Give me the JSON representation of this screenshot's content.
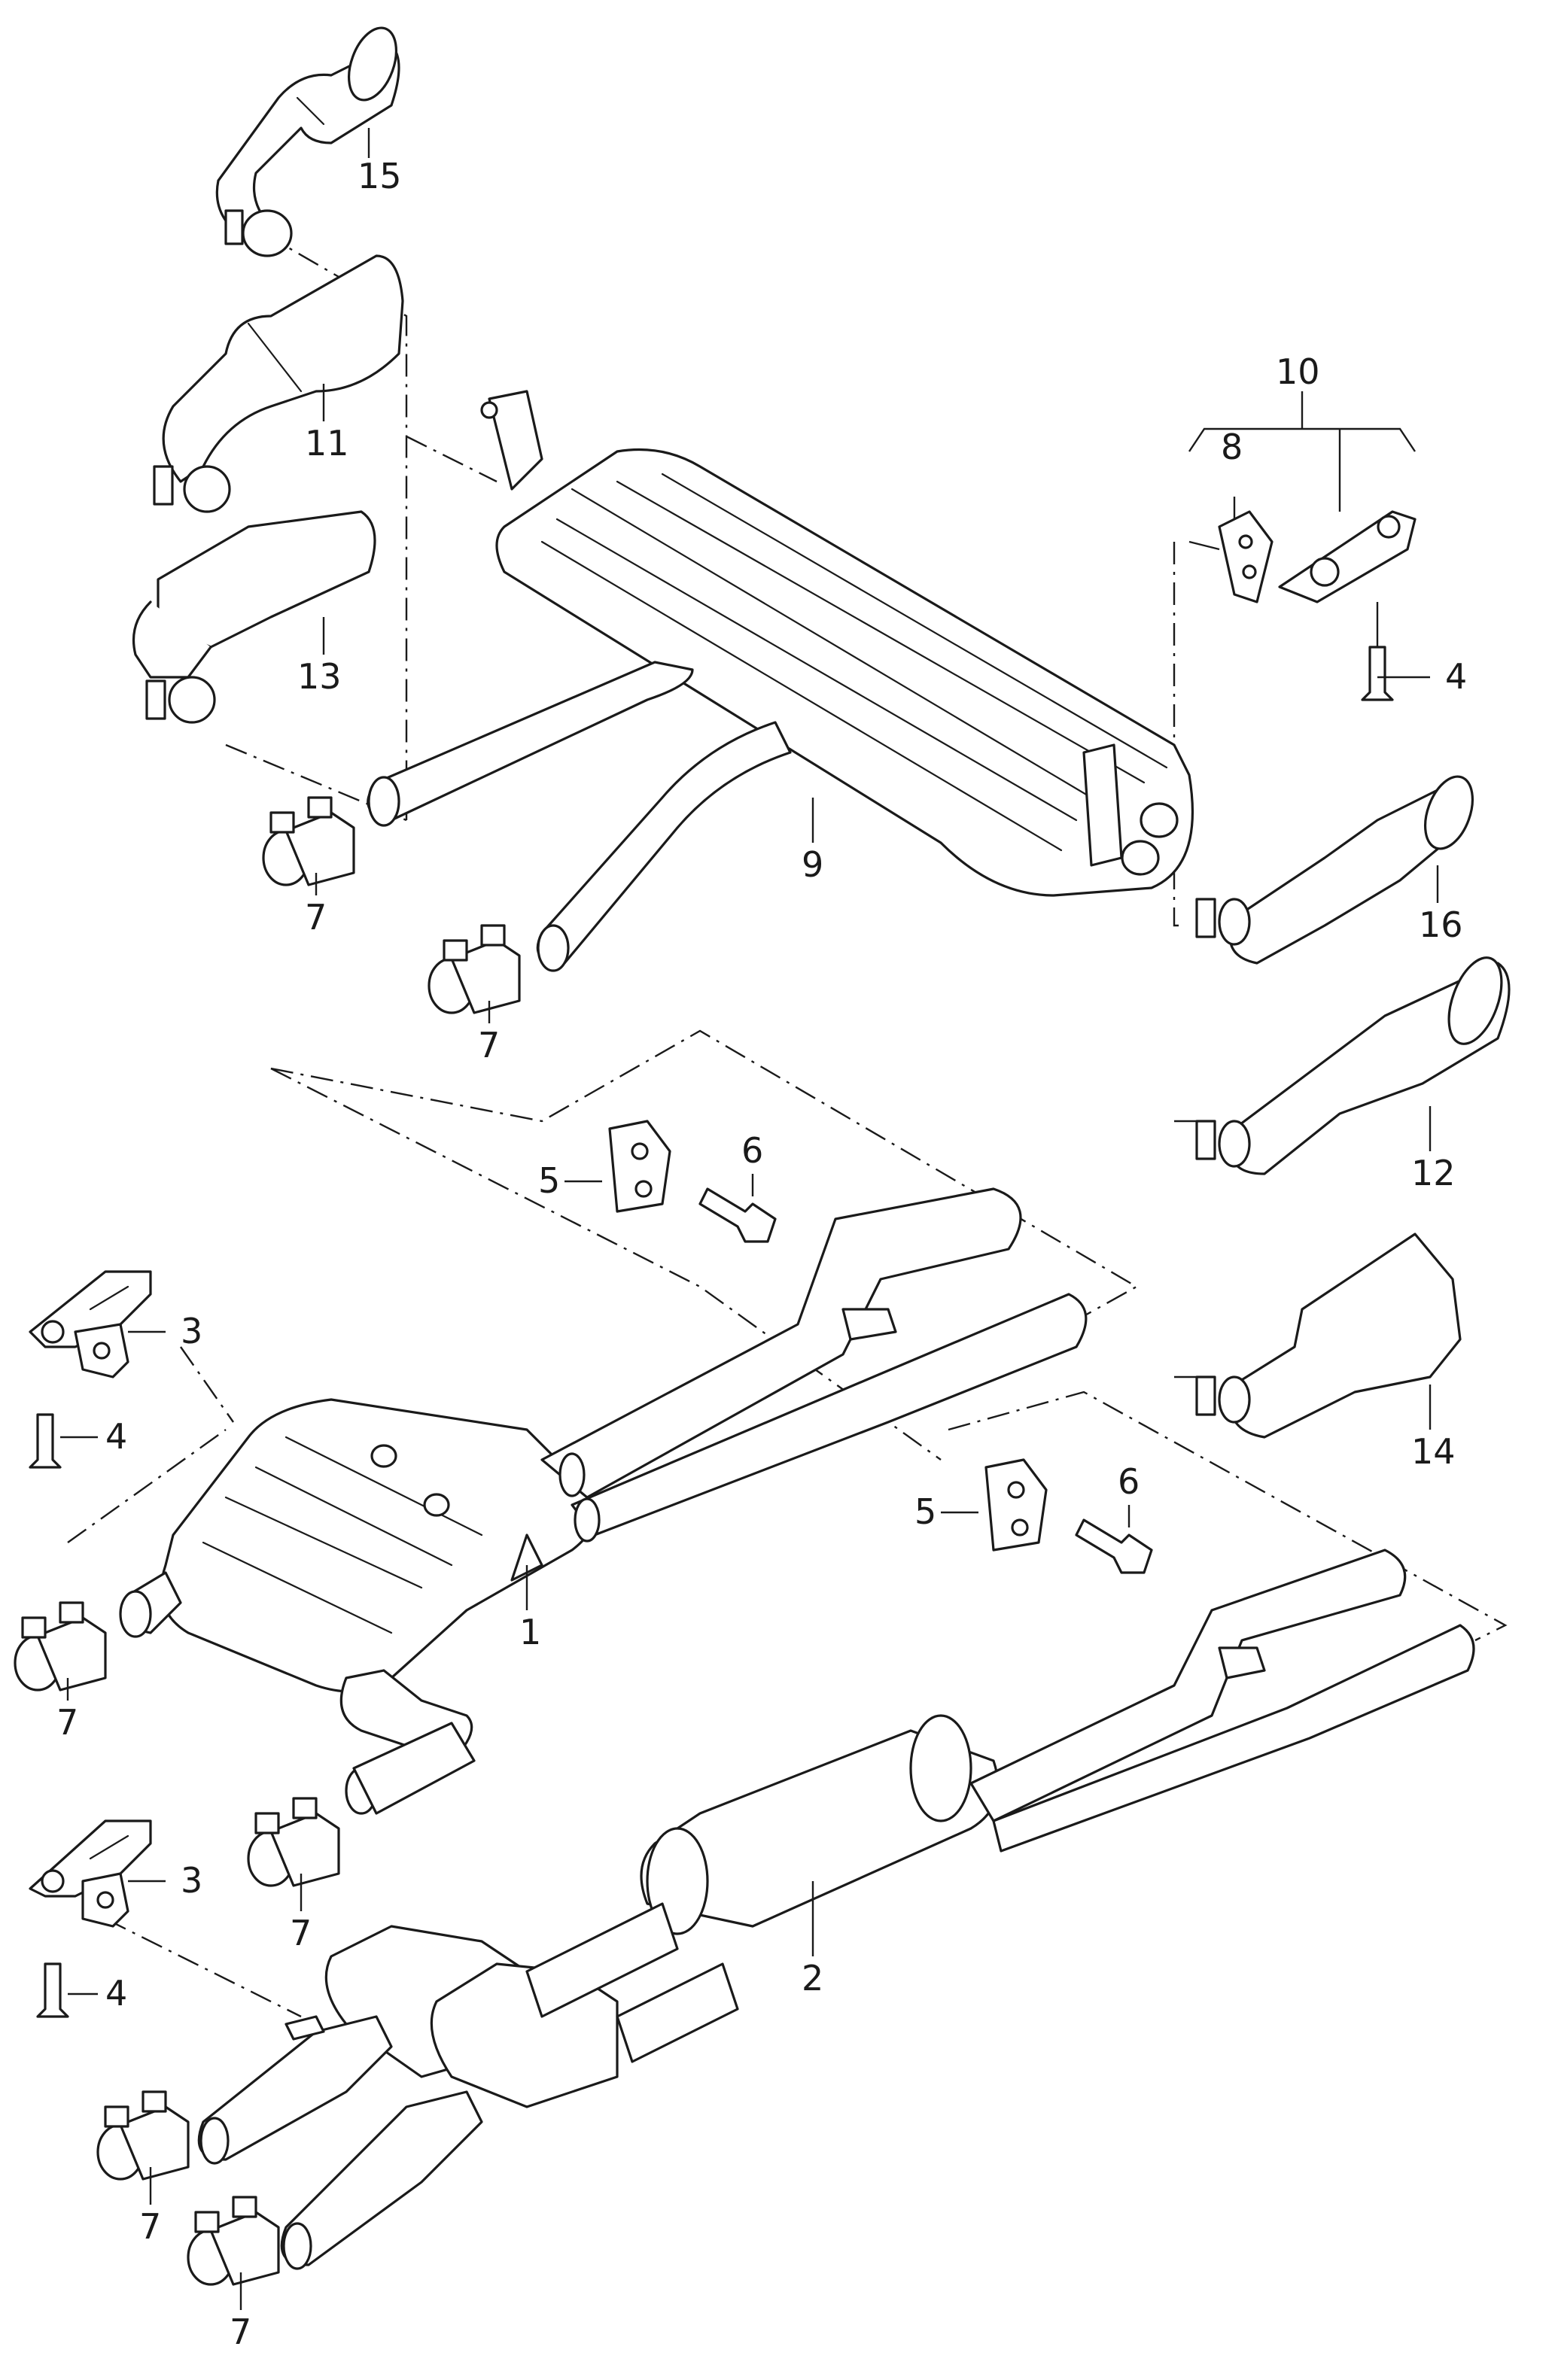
{
  "diagram": {
    "callouts": {
      "c15": "15",
      "c11": "11",
      "c13": "13",
      "c9": "9",
      "c16": "16",
      "c10": "10",
      "c8": "8",
      "c4a": "4",
      "c12": "12",
      "c14": "14",
      "c7a": "7",
      "c7b": "7",
      "c5a": "5",
      "c6a": "6",
      "c3a": "3",
      "c4b": "4",
      "c1": "1",
      "c7c": "7",
      "c5b": "5",
      "c6b": "6",
      "c7d": "7",
      "c3b": "3",
      "c4c": "4",
      "c2": "2",
      "c7e": "7",
      "c7f": "7"
    }
  }
}
